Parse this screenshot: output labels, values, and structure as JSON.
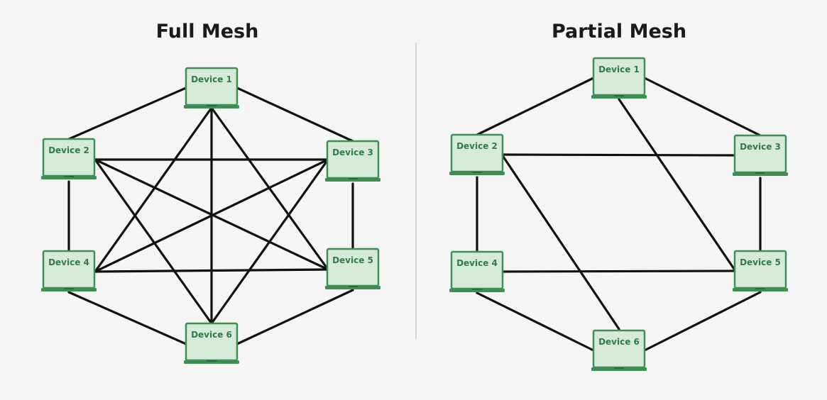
{
  "colors": {
    "background": "#f5f5f5",
    "device_fill": "#d5ead9",
    "device_border": "#3f8f55",
    "device_base": "#3f8f55",
    "device_text": "#2f7d45",
    "link": "#111111",
    "divider": "#cfcfcf"
  },
  "diagrams": [
    {
      "title": "Full Mesh",
      "devices": [
        {
          "id": "d1",
          "label": "Device 1"
        },
        {
          "id": "d2",
          "label": "Device 2"
        },
        {
          "id": "d3",
          "label": "Device 3"
        },
        {
          "id": "d4",
          "label": "Device 4"
        },
        {
          "id": "d5",
          "label": "Device 5"
        },
        {
          "id": "d6",
          "label": "Device 6"
        }
      ],
      "links": [
        [
          "d1",
          "d2"
        ],
        [
          "d1",
          "d3"
        ],
        [
          "d1",
          "d4"
        ],
        [
          "d1",
          "d5"
        ],
        [
          "d1",
          "d6"
        ],
        [
          "d2",
          "d3"
        ],
        [
          "d2",
          "d4"
        ],
        [
          "d2",
          "d5"
        ],
        [
          "d2",
          "d6"
        ],
        [
          "d3",
          "d4"
        ],
        [
          "d3",
          "d5"
        ],
        [
          "d3",
          "d6"
        ],
        [
          "d4",
          "d5"
        ],
        [
          "d4",
          "d6"
        ],
        [
          "d5",
          "d6"
        ]
      ]
    },
    {
      "title": "Partial Mesh",
      "devices": [
        {
          "id": "d1",
          "label": "Device 1"
        },
        {
          "id": "d2",
          "label": "Device 2"
        },
        {
          "id": "d3",
          "label": "Device 3"
        },
        {
          "id": "d4",
          "label": "Device 4"
        },
        {
          "id": "d5",
          "label": "Device 5"
        },
        {
          "id": "d6",
          "label": "Device 6"
        }
      ],
      "links": [
        [
          "d1",
          "d2"
        ],
        [
          "d1",
          "d3"
        ],
        [
          "d1",
          "d5"
        ],
        [
          "d2",
          "d3"
        ],
        [
          "d2",
          "d4"
        ],
        [
          "d2",
          "d6"
        ],
        [
          "d3",
          "d5"
        ],
        [
          "d4",
          "d5"
        ],
        [
          "d4",
          "d6"
        ],
        [
          "d5",
          "d6"
        ]
      ]
    }
  ]
}
